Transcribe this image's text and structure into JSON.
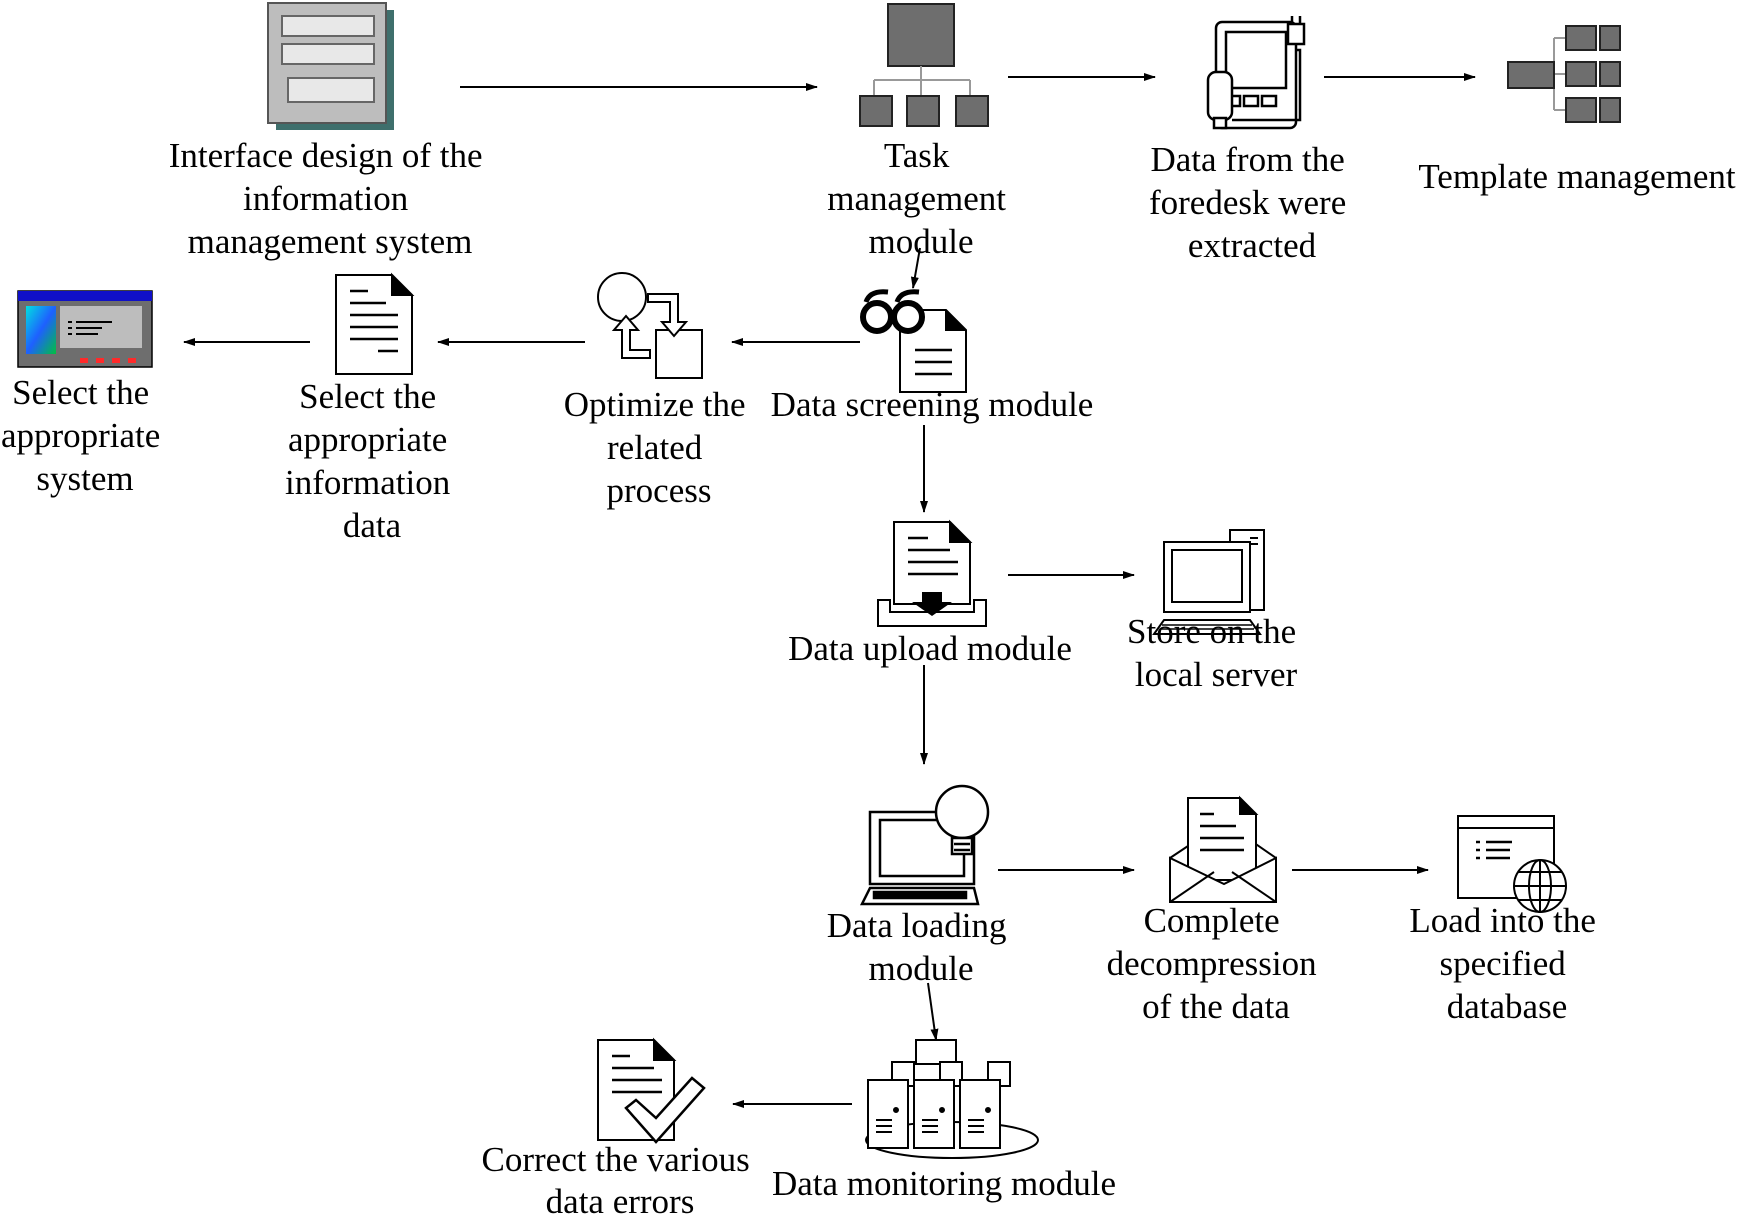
{
  "colors": {
    "stroke": "#000000",
    "icon_gray": "#6e6e6e",
    "window_gray": "#bdbdbd",
    "window_shadow": "#3e6f6c",
    "title_blue": "#1010c8",
    "led_red": "#ff2a2a"
  },
  "nodes": {
    "interface_design": {
      "icon": "form-window-icon",
      "lines": [
        "Interface design of the",
        "information",
        "management system"
      ]
    },
    "task_management": {
      "icon": "org-chart-icon",
      "lines": [
        "Task",
        "management",
        "module"
      ]
    },
    "data_foredesk": {
      "icon": "pda-device-icon",
      "lines": [
        "Data from the",
        "foredesk were",
        "extracted"
      ]
    },
    "template_management": {
      "icon": "tree-blocks-icon",
      "lines": [
        "Template management"
      ]
    },
    "data_screening": {
      "icon": "glasses-document-icon",
      "lines": [
        "Data screening module"
      ]
    },
    "optimize_process": {
      "icon": "process-cycle-icon",
      "lines": [
        "Optimize the",
        "related",
        "process"
      ]
    },
    "select_information_data": {
      "icon": "document-icon",
      "lines": [
        "Select the",
        "appropriate",
        "information",
        "data"
      ]
    },
    "select_system": {
      "icon": "application-window-icon",
      "lines": [
        "Select the",
        "appropriate",
        "system"
      ]
    },
    "data_upload": {
      "icon": "inbox-upload-icon",
      "lines": [
        "Data upload module"
      ]
    },
    "local_server": {
      "icon": "desktop-computer-icon",
      "lines": [
        "Store on the",
        "local server"
      ]
    },
    "data_loading": {
      "icon": "laptop-lightbulb-icon",
      "lines": [
        "Data loading",
        "module"
      ]
    },
    "decompression": {
      "icon": "open-envelope-icon",
      "lines": [
        "Complete",
        "decompression",
        "of the data"
      ]
    },
    "load_database": {
      "icon": "web-database-icon",
      "lines": [
        "Load into the",
        "specified",
        "database"
      ]
    },
    "data_monitoring": {
      "icon": "server-cluster-icon",
      "lines": [
        "Data monitoring module"
      ]
    },
    "correct_errors": {
      "icon": "checked-document-icon",
      "lines": [
        "Correct the various",
        "data errors"
      ]
    }
  }
}
